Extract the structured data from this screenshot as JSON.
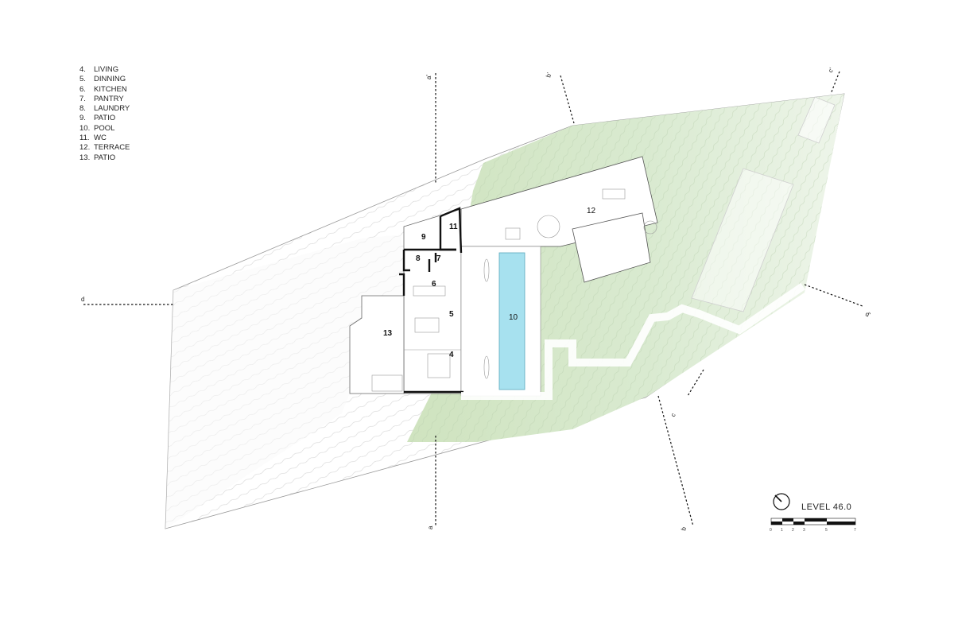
{
  "legend": [
    {
      "num": "4.",
      "label": "LIVING"
    },
    {
      "num": "5.",
      "label": "DINNING"
    },
    {
      "num": "6.",
      "label": "KITCHEN"
    },
    {
      "num": "7.",
      "label": "PANTRY"
    },
    {
      "num": "8.",
      "label": "LAUNDRY"
    },
    {
      "num": "9.",
      "label": "PATIO"
    },
    {
      "num": "10.",
      "label": "POOL"
    },
    {
      "num": "11.",
      "label": "WC"
    },
    {
      "num": "12.",
      "label": "TERRACE"
    },
    {
      "num": "13.",
      "label": "PATIO"
    }
  ],
  "rooms": {
    "r4": "4",
    "r5": "5",
    "r6": "6",
    "r7": "7",
    "r8": "8",
    "r9": "9",
    "r10": "10",
    "r11": "11",
    "r12": "12",
    "r13": "13"
  },
  "sections": {
    "a_top": "a'",
    "a_bottom": "a",
    "b_top": "b'",
    "b_bottom": "b",
    "c_top": "c'",
    "c_bottom": "c",
    "d_left": "d",
    "d_right": "d'"
  },
  "level": {
    "title": "LEVEL 46.0"
  },
  "scale": {
    "ticks": [
      "0",
      "1",
      "2",
      "3",
      "5",
      "7"
    ]
  },
  "colors": {
    "terrain_green": "#d4e6c6",
    "pool_blue": "#a7e1ef",
    "wall": "#111111",
    "contour": "#bdbdbd"
  }
}
